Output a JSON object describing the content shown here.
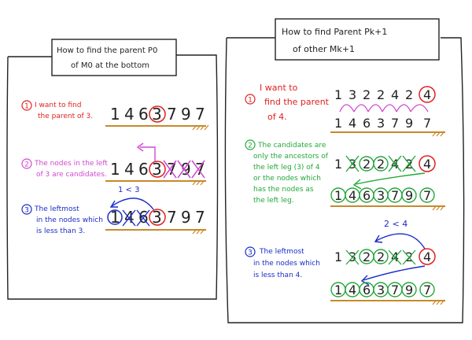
{
  "left": {
    "title_line1": "How to find the parent P0",
    "title_line2": "of M0 at the bottom",
    "step1": {
      "num": "1",
      "text_line1": "I want to find",
      "text_line2": "the parent of 3."
    },
    "step2": {
      "num": "2",
      "text_line1": "The nodes in the left",
      "text_line2": "of 3 are candidates."
    },
    "step3": {
      "num": "3",
      "text_line1": "The leftmost",
      "text_line2": "in the nodes which",
      "text_line3": "is less than 3.",
      "compare": "1 < 3"
    },
    "sequence": [
      "1",
      "4",
      "6",
      "3",
      "7",
      "9",
      "7"
    ]
  },
  "right": {
    "title_line1": "How to find Parent Pk+1",
    "title_line2": "of other Mk+1",
    "step1": {
      "num": "1",
      "text_line1": "I want to",
      "text_line2": "find the parent",
      "text_line3": "of 4."
    },
    "step2": {
      "num": "2",
      "text_line1": "The candidates are",
      "text_line2": "only the ancestors of",
      "text_line3": "the left leg (3) of 4",
      "text_line4": "or the nodes which",
      "text_line5": "has the nodes as",
      "text_line6": "the left leg."
    },
    "step3": {
      "num": "3",
      "text_line1": "The leftmost",
      "text_line2": "in the nodes which",
      "text_line3": "is less than 4.",
      "compare": "2 < 4"
    },
    "top_sequence": [
      "1",
      "3",
      "2",
      "2",
      "4",
      "2",
      "4"
    ],
    "bottom_sequence": [
      "1",
      "4",
      "6",
      "3",
      "7",
      "9",
      "7"
    ]
  },
  "colors": {
    "red": "#e02020",
    "pink": "#d048d0",
    "green": "#22a83a",
    "blue": "#1a2cc8",
    "orange": "#c8892a",
    "ink": "#222222"
  }
}
